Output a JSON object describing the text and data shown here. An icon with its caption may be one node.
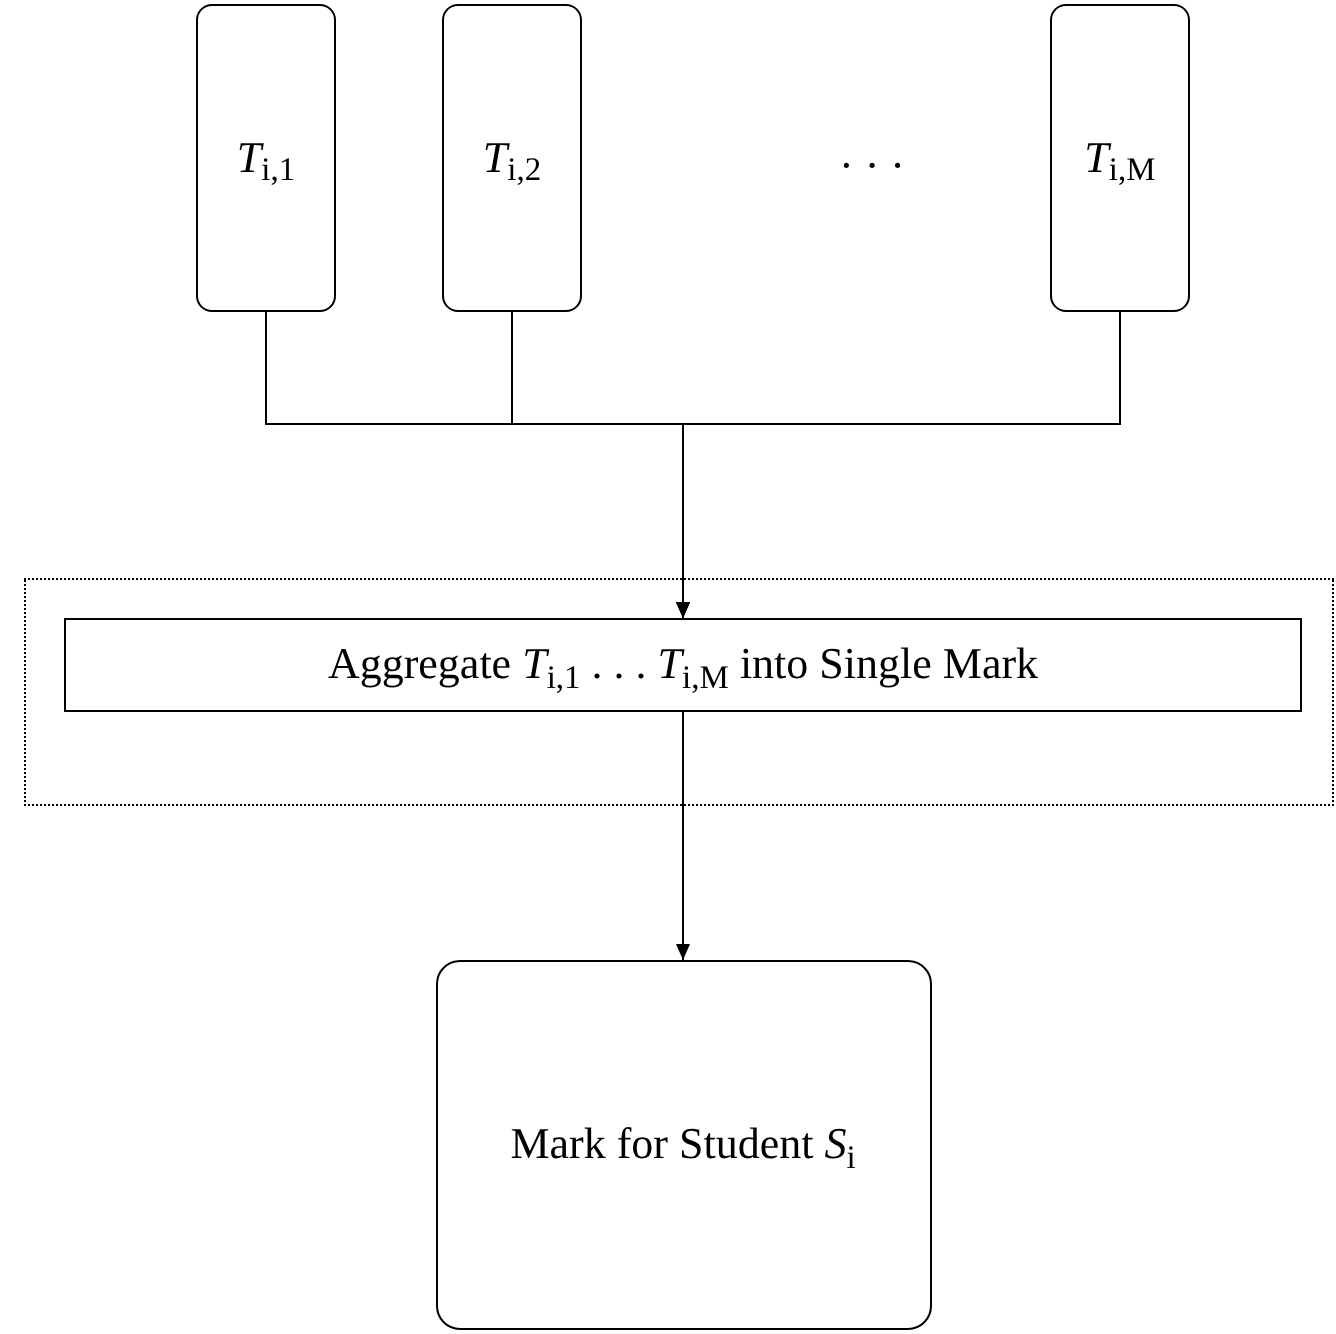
{
  "diagram": {
    "nodes": [
      {
        "text": [
          "*T*$_{i,1}$"
        ]
      },
      {
        "text": [
          "*T*$_{i,2}$"
        ]
      },
      {
        "text": [
          "*T*$_{i,M}$"
        ]
      },
      {
        "text": [],
        "shape": "box"
      },
      {
        "text": [
          "Aggregate *T*$_{i,1}$ . . . *T*$_{i,M}$ into Single Mark"
        ],
        "in": 3
      },
      {
        "text": [
          "Mark for Student *S*$_{i}$"
        ]
      }
    ],
    "edges": [
      {
        "from": 0,
        "to": 4,
        "arrow": "to"
      },
      {
        "from": 1,
        "to": 4,
        "arrow": "to"
      },
      {
        "from": 2,
        "to": 4,
        "arrow": "to"
      },
      {
        "from": 4,
        "to": 5,
        "arrow": "to"
      }
    ],
    "labels": [
      "· · ·"
    ]
  }
}
